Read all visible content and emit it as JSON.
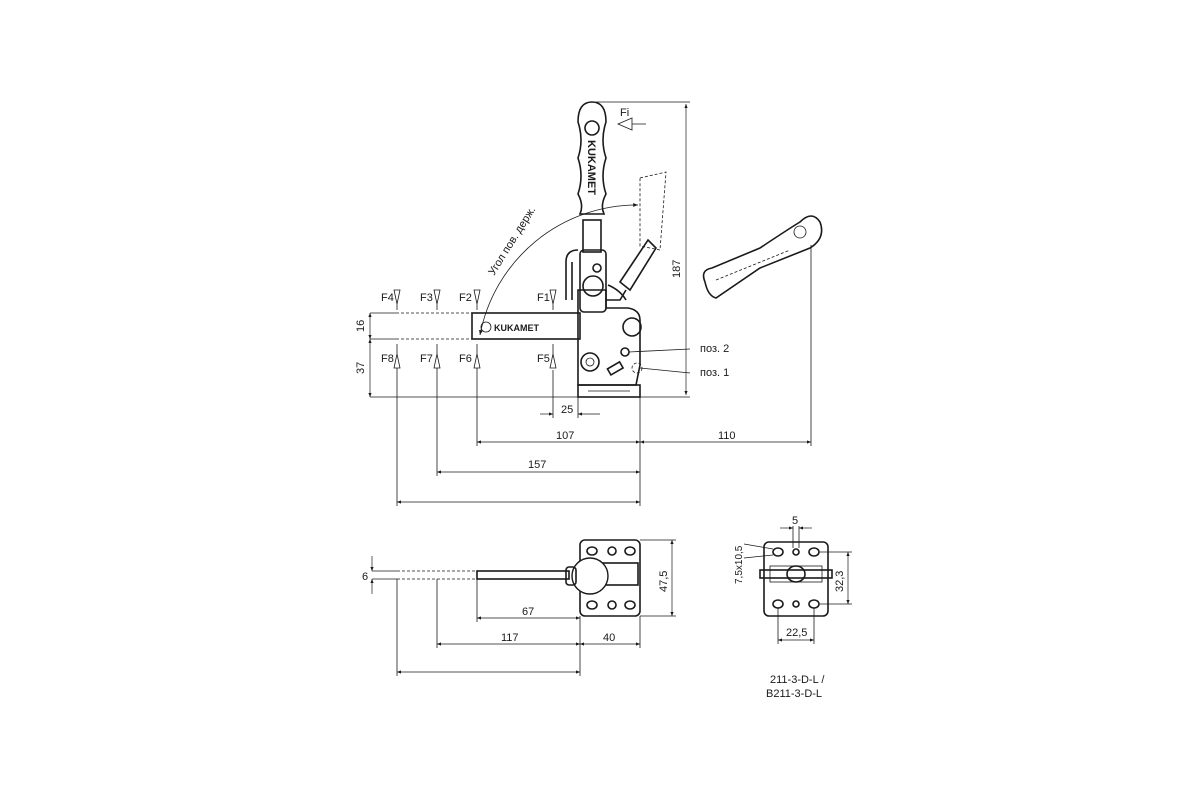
{
  "drawing": {
    "forces": {
      "top": [
        "F4",
        "F3",
        "F2",
        "F1"
      ],
      "bottom": [
        "F8",
        "F7",
        "F6",
        "F5"
      ],
      "handle": "Fi"
    },
    "labels": {
      "arc": "Угол пов. держ.",
      "pos2": "поз. 2",
      "pos1": "поз. 1",
      "brand": "KUKAMET"
    },
    "dimensions": {
      "h187": "187",
      "h16": "16",
      "h37": "37",
      "d25": "25",
      "d107": "107",
      "d110": "110",
      "d157": "157",
      "p6": "6",
      "p67": "67",
      "p117": "117",
      "p40": "40",
      "p47_5": "47,5",
      "b5": "5",
      "b7_5x10_5": "7,5x10,5",
      "b32_3": "32,3",
      "b22_5": "22,5"
    },
    "model": [
      "211-3-D-L /",
      "B211-3-D-L"
    ]
  }
}
